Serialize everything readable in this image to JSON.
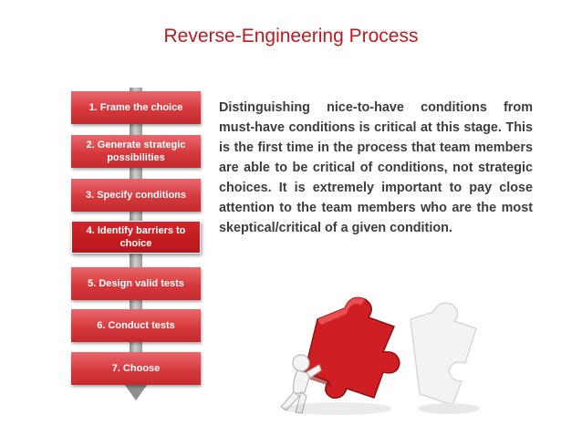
{
  "title": "Reverse-Engineering Process",
  "steps": [
    {
      "label": "1. Frame the choice",
      "active": false
    },
    {
      "label": "2. Generate strategic possibilities",
      "active": false
    },
    {
      "label": "3. Specify conditions",
      "active": false
    },
    {
      "label": "4. Identify barriers to choice",
      "active": true
    },
    {
      "label": "5. Design valid tests",
      "active": false
    },
    {
      "label": "6. Conduct tests",
      "active": false
    },
    {
      "label": "7. Choose",
      "active": false
    }
  ],
  "description": "Distinguishing nice-to-have conditions from must-have conditions is critical at this stage. This is the first time in the process that team members are able to be critical of conditions, not strategic choices. It is extremely important to pay close attention to the team members who are the most skeptical/critical of a given condition.",
  "colors": {
    "title": "#c0181f",
    "step": "#d6393d",
    "step_active": "#b8161b",
    "puzzle_piece": "#d01f24",
    "text": "#3d3d3d"
  },
  "illustration": "figure-pushing-puzzle-piece"
}
